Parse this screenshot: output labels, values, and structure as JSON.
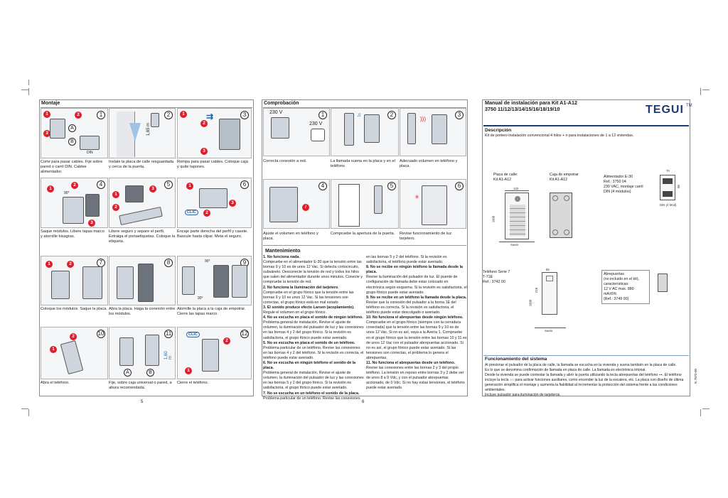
{
  "montaje": {
    "title": "Montaje",
    "captions": [
      "Corte para pasar cables. Fije sobre pared o carril DIN. Cablee alimentador.",
      "Instale la placa de calle resguardada y cerca de la puerta.",
      "Rompa para pasar cables. Coloque caja y quite tapones.",
      "Saque módulos. Libere tapas marco y atornille bisagras.",
      "Libere seguro y separe el perfil. Extraiga el portaetiquetas. Coloque la etiqueta.",
      "Encaje parte derecha del perfil y casete. Bascule hasta clipar. Meta el seguro.",
      "Coloque los módulos. Saque la placa.",
      "Abra la placa. Haga la conexión entre los módulos.",
      "Atornille la placa a la caja de empotrar. Cierre las tapas marco.",
      "Abra el teléfono.",
      "Fije, sobre caja universal o pared, a altura recomendada.",
      "Cierre el teléfono."
    ],
    "step_numbers": [
      "1",
      "2",
      "3",
      "4",
      "5",
      "6",
      "7",
      "8",
      "9",
      "10",
      "11",
      "12"
    ],
    "labels": {
      "din": "DIN",
      "height": "1,65 m",
      "height_fine": "1,60 m",
      "deg90": "90°",
      "clic": "CLIC",
      "a": "A",
      "b": "B"
    }
  },
  "comprobacion": {
    "title": "Comprobación",
    "captions": [
      "Correcta conexión a red.",
      "La llamada suena en la placa y en el teléfono",
      "Adecuado volumen en teléfono y placa.",
      "Ajuste el volumen en teléfono y placa.",
      "Compruebe la apertura de la puerta.",
      "Revise funcionamiento de luz tarjetero."
    ],
    "step_numbers": [
      "1",
      "2",
      "3",
      "4",
      "5",
      "6"
    ],
    "voltage_label": "230 V"
  },
  "mantenimiento": {
    "title": "Mantenimiento",
    "col1": [
      {
        "h": "1. No funciona nada.",
        "t": "Compruebe en el alimentador E-30 que la tensión entre las bornas 9 y 10 es de unos 12 Vac. Si detecta cortocircuito, subsánelo. Desconecte la tensión de red y todos los hilos que salen del alimentador durante unos minutos. Conecte y compruebe la tensión de red."
      },
      {
        "h": "2. No funciona la iluminación del tarjetero.",
        "t": "Compruebe en el grupo fónico que la tensión entre las bornas 9 y 10 es unos 12 Vac. Si las tensiones son correctas, el grupo fónico está en mal estado"
      },
      {
        "h": "3. El sonido produce efecto Larsen (acoplamiento).",
        "t": "Regule el volumen en el grupo fónico."
      },
      {
        "h": "4. No se escucha en placa el sonido de ningún teléfono.",
        "t": "Problema general de instalación. Revise el ajuste de volumen, la iluminación del pulsador de luz y las conexiones en las bornas 4 y 2 del grupo fónico. Si la revisión es satisfactoria, el grupo fónico puede estar averiado."
      },
      {
        "h": "5. No se escucha en placa el sonido de un teléfono.",
        "t": "Problema particular de un teléfono. Revise las conexiones en las bornas 4 y 2 del teléfono. Si la revisión es correcta, el teléfono puede estar averiado."
      },
      {
        "h": "6. No se escucha en ningún teléfono el sonido de la placa.",
        "t": "Problema general de instalación. Revise el ajuste de volumen, la iluminación del pulsador de luz y las conexiones en las bornas 5 y 2 del grupo fónico. Si la revisión es satisfactoria, el grupo fónico puede estar averiado."
      },
      {
        "h": "7. No se escucha en un teléfono el sonido de la placa.",
        "t": "Problema particular de un teléfono. Revise las conexiones"
      }
    ],
    "col2": [
      {
        "h": "",
        "t": "en las bornas 5 y 2 del teléfono. Si la revisión es satisfactoria, el teléfono puede estar averiado."
      },
      {
        "h": "8. No se recibe en ningún teléfono la llamada desde la placa.",
        "t": "Revise la iluminación del pulsador de luz. El puente de configuración de llamada debe estar colocado en electrónica según esquema. Si la revisión es satisfactoria, el grupo fónico puede estar averiado."
      },
      {
        "h": "9. No se recibe en un teléfono la llamada desde la placa.",
        "t": "Revise que la conexión del pulsador a la borna 1E del teléfono es correcta. Si la revisión es satisfactoria, el teléfono puede estar descolgado o averiado."
      },
      {
        "h": "10. No funciona el abrepuertas desde ningún teléfono.",
        "t": "Compruebe en el grupo fónico (siempre con la cerradura conectada) que la tensión entre las bornas 9 y 10 es de unos 12 Vac. Si no es así, vaya a la Avería 1. Compruebe en el grupo fónico que la tensión entre las bornas 10 y 11 es de unos 12 Vac con el pulsador abrepuertas accionado. Si no es así, el grupo fónico puede estar averiado. Si las tensiones son correctas, el problema lo genera el abrepuertas."
      },
      {
        "h": "11. No funciona el abrepuertas desde un teléfono.",
        "t": "Revise las conexiones entre las bornas 2 y 3 del propio teléfono. La tensión en reposo entre bornas 3 y 2 debe ser de unos 8 a 9 Vdc, y con el pulsador abrepuertas accionado, de 0 Vdc. Si no hay estas tensiones, el teléfono puede estar averiado."
      }
    ]
  },
  "manual": {
    "title_line1": "Manual de instalación para Kit A1-A12",
    "title_line2": "3750 11/12/13/14/15/16/18/19/10",
    "brand": "TEGUI",
    "tm": "TM"
  },
  "descripcion": {
    "title": "Descripción",
    "text": "Kit de portero instalación convencional 4 hilos + n para instalaciones de 1 a 12 viviendas."
  },
  "components": {
    "placa": [
      "Placa de calle:",
      "Kit A1-A12"
    ],
    "caja": [
      "Caja de empotrar",
      "Kit A1-A12"
    ],
    "alimentador": [
      "Alimentador E-30",
      "Ref.: 3750 04",
      "230 VAC, montaje carril",
      "DIN (4 módulos)"
    ],
    "telefono": [
      "Teléfono Serie 7",
      "T-71E",
      "Ref.: 3742 00"
    ],
    "abrepuertas": [
      "Abrepuertas",
      "(no incluido en el kit),",
      "características:",
      "12 V AC max. 880 mA±5%",
      "(Ref.: 3749 00)"
    ],
    "dims": {
      "placa_w": "133",
      "placa_h": "1600",
      "suelo": "Suelo",
      "alim_w": "70",
      "alim_h": "86",
      "din4": "DIN (4 Mod)",
      "tel_w": "85",
      "tel_h": "218",
      "tel_floor": "1600"
    }
  },
  "funcionamiento": {
    "title": "Funcionamiento del sistema",
    "lines": [
      "Al presionar el pulsador de la placa de calle, la llamada se escucha en la vivienda y suena también en la placa de calle.",
      "Es lo que se denomina confirmación de llamada en placa de calle. La llamada es electrónica tritonal.",
      "Desde la vivienda se puede contestar la llamada y abrir la puerta utilizando la tecla abrepuertas del teléfono ⊶. El teléfono",
      "incluye la tecla ○○ para activar funciones auxiliares, como encender la luz de la escalera, etc. La placa con diseño de última",
      "generación simplifica el montaje y aumenta la fiabilidad al incrementar la protección del sistema frente a las condiciones ambientales.",
      "Incluye pulsador para iluminación de tarjeteros."
    ]
  },
  "pages": {
    "left": "5",
    "mid": "6"
  },
  "side_code": "N 7073-00"
}
